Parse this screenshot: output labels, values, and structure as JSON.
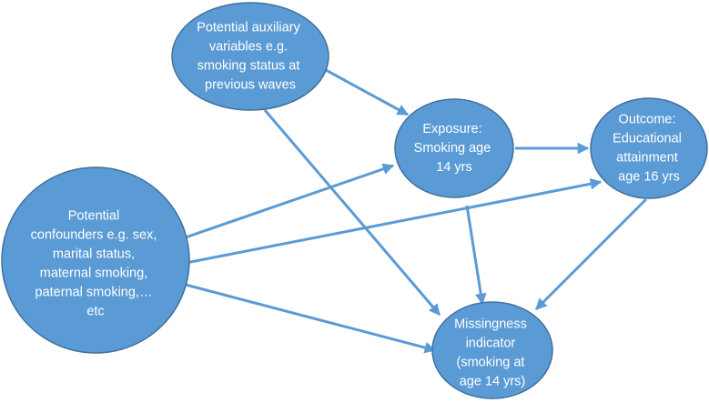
{
  "nodes": {
    "auxiliary": {
      "lines": [
        "Potential auxiliary",
        "variables e.g.",
        "smoking status at",
        "previous waves"
      ]
    },
    "exposure": {
      "lines": [
        "Exposure:",
        "Smoking age",
        "14 yrs"
      ]
    },
    "outcome": {
      "lines": [
        "Outcome:",
        "Educational",
        "attainment",
        "age 16 yrs"
      ]
    },
    "confounders": {
      "lines": [
        "Potential",
        "confounders e.g. sex,",
        "marital status,",
        "maternal smoking,",
        "paternal smoking,…",
        "etc"
      ]
    },
    "missingness": {
      "lines": [
        "Missingness",
        "indicator",
        "(smoking at",
        "age 14 yrs)"
      ]
    }
  },
  "edges": [
    {
      "from": "auxiliary",
      "to": "exposure"
    },
    {
      "from": "auxiliary",
      "to": "missingness"
    },
    {
      "from": "exposure",
      "to": "outcome"
    },
    {
      "from": "exposure",
      "to": "missingness"
    },
    {
      "from": "outcome",
      "to": "missingness"
    },
    {
      "from": "confounders",
      "to": "exposure"
    },
    {
      "from": "confounders",
      "to": "outcome"
    },
    {
      "from": "confounders",
      "to": "missingness"
    }
  ],
  "colors": {
    "node_fill": "#5b9bd5",
    "node_stroke": "#41719c",
    "edge": "#5b9bd5",
    "text": "#ffffff"
  }
}
